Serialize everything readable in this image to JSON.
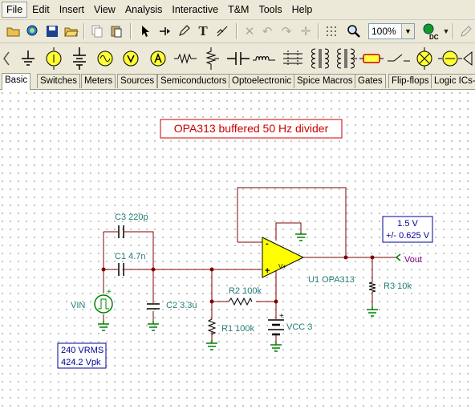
{
  "menu": [
    "File",
    "Edit",
    "Insert",
    "View",
    "Analysis",
    "Interactive",
    "T&M",
    "Tools",
    "Help"
  ],
  "toolbar": {
    "zoom": "100%",
    "dc_label": "DC"
  },
  "tabs": [
    "Basic",
    "Switches",
    "Meters",
    "Sources",
    "Semiconductors",
    "Optoelectronic",
    "Spice Macros",
    "Gates",
    "Flip-flops",
    "Logic ICs-"
  ],
  "schematic": {
    "title": "OPA313 buffered 50 Hz divider",
    "components": {
      "c3": "C3 220p",
      "c1": "C1 4.7n",
      "c2": "C2 3.3u",
      "r1": "R1 100k",
      "r2": "R2 100k",
      "r3": "R3 10k",
      "u1": "U1 OPA313",
      "vcc": "VCC 3",
      "vin": "VIN",
      "vout": "Vout"
    },
    "opamp_pins": {
      "minus": "-",
      "plus": "+",
      "v_plus": "V+"
    },
    "output_box": {
      "line1": "1.5 V",
      "line2": "+/- 0.625 V"
    },
    "source_box": {
      "line1": "240 VRMS",
      "line2": "424.2 Vpk"
    },
    "colors": {
      "wire": "#800000",
      "opamp": "#ffff00",
      "ground": "#008000",
      "label": "#1f7f7a",
      "title_box": "#cc0000",
      "annotation_box": "#000099"
    }
  }
}
